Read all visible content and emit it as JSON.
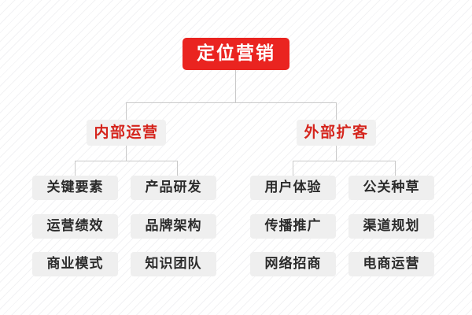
{
  "diagram": {
    "type": "org-tree",
    "colors": {
      "root_fill": "#ea2420",
      "root_text": "#ffffff",
      "branch_fill": "#f1f1f1",
      "branch_text": "#d5241c",
      "leaf_fill": "#efefef",
      "leaf_text": "#2b2b2b",
      "connector": "#c9c9c9",
      "background": "#ffffff",
      "stripe": "#f2f2f4"
    },
    "root": {
      "label": "定位营销"
    },
    "branches": [
      {
        "label": "内部运营",
        "columns": [
          {
            "leaves": [
              "关键要素",
              "运营绩效",
              "商业模式"
            ]
          },
          {
            "leaves": [
              "产品研发",
              "品牌架构",
              "知识团队"
            ]
          }
        ]
      },
      {
        "label": "外部扩客",
        "columns": [
          {
            "leaves": [
              "用户体验",
              "传播推广",
              "网络招商"
            ]
          },
          {
            "leaves": [
              "公关种草",
              "渠道规划",
              "电商运营"
            ]
          }
        ]
      }
    ]
  }
}
